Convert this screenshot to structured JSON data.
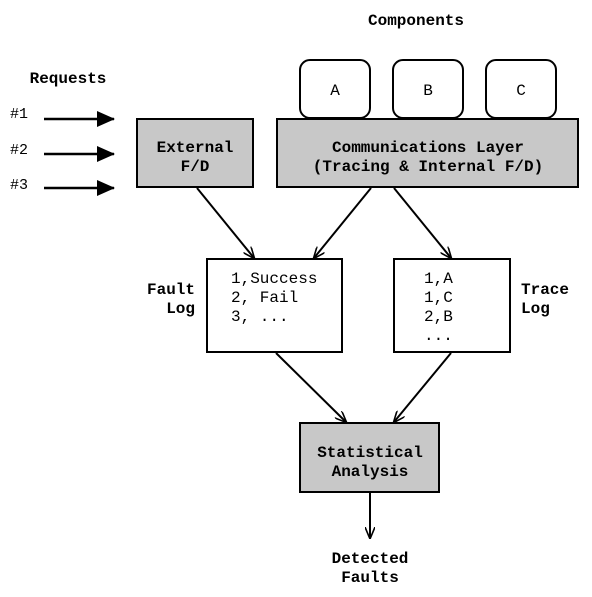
{
  "requests": {
    "title": "Requests",
    "items": [
      "#1",
      "#2",
      "#3"
    ]
  },
  "components": {
    "title": "Components",
    "items": [
      "A",
      "B",
      "C"
    ]
  },
  "external_fd": {
    "line1": "External",
    "line2": "F/D"
  },
  "comm_layer": {
    "line1": "Communications Layer",
    "line2": "(Tracing & Internal F/D)"
  },
  "fault_log": {
    "label_line1": "Fault",
    "label_line2": "Log",
    "entries": [
      "1,Success",
      "2, Fail",
      "3, ..."
    ]
  },
  "trace_log": {
    "label_line1": "Trace",
    "label_line2": "Log",
    "entries": [
      "1,A",
      "1,C",
      "2,B",
      "..."
    ]
  },
  "analysis": {
    "line1": "Statistical",
    "line2": "Analysis"
  },
  "output": {
    "line1": "Detected",
    "line2": "Faults"
  }
}
